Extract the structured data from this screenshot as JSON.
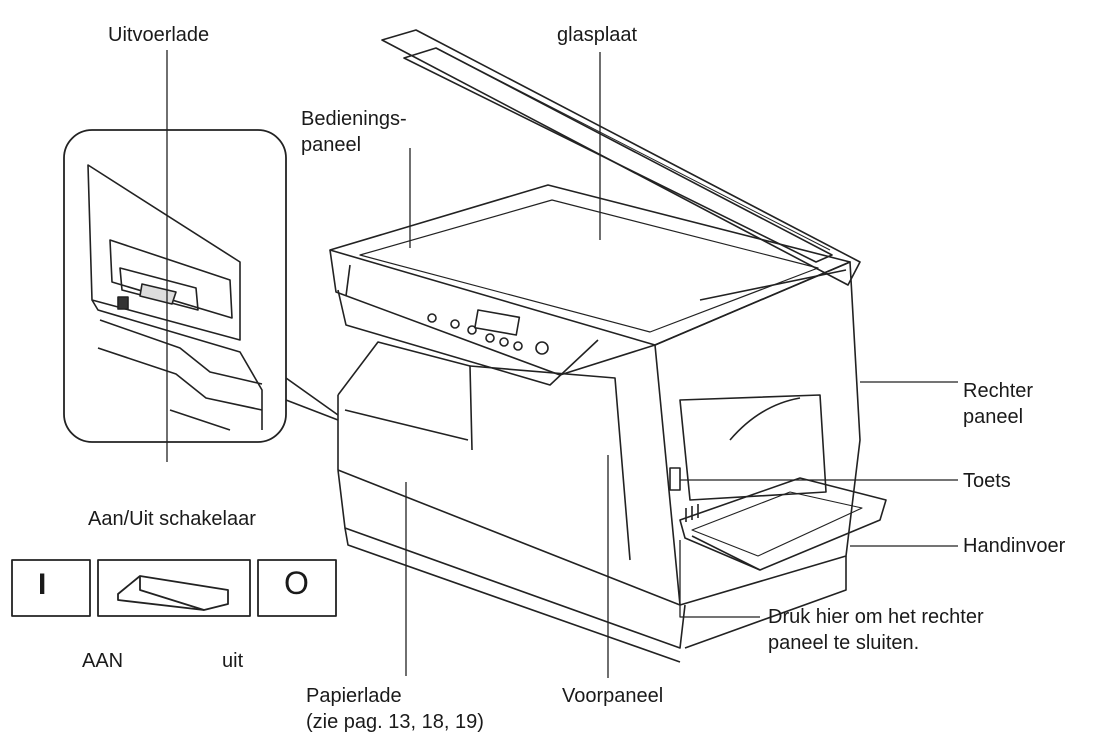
{
  "labels": {
    "output_tray": "Uitvoerlade",
    "glass_plate": "glasplaat",
    "control_panel_line1": "Bedienings-",
    "control_panel_line2": "paneel",
    "right_panel_line1": "Rechter",
    "right_panel_line2": "paneel",
    "button": "Toets",
    "manual_feed": "Handinvoer",
    "power_switch": "Aan/Uit schakelaar",
    "on": "AAN",
    "off": "uit",
    "close_hint_line1": "Druk hier om het rechter",
    "close_hint_line2": "paneel te sluiten.",
    "paper_tray_line1": "Papierlade",
    "paper_tray_line2": "(zie pag. 13, 18, 19)",
    "front_panel": "Voorpaneel"
  },
  "switch_symbols": {
    "on_symbol": "I",
    "off_symbol": "O"
  }
}
